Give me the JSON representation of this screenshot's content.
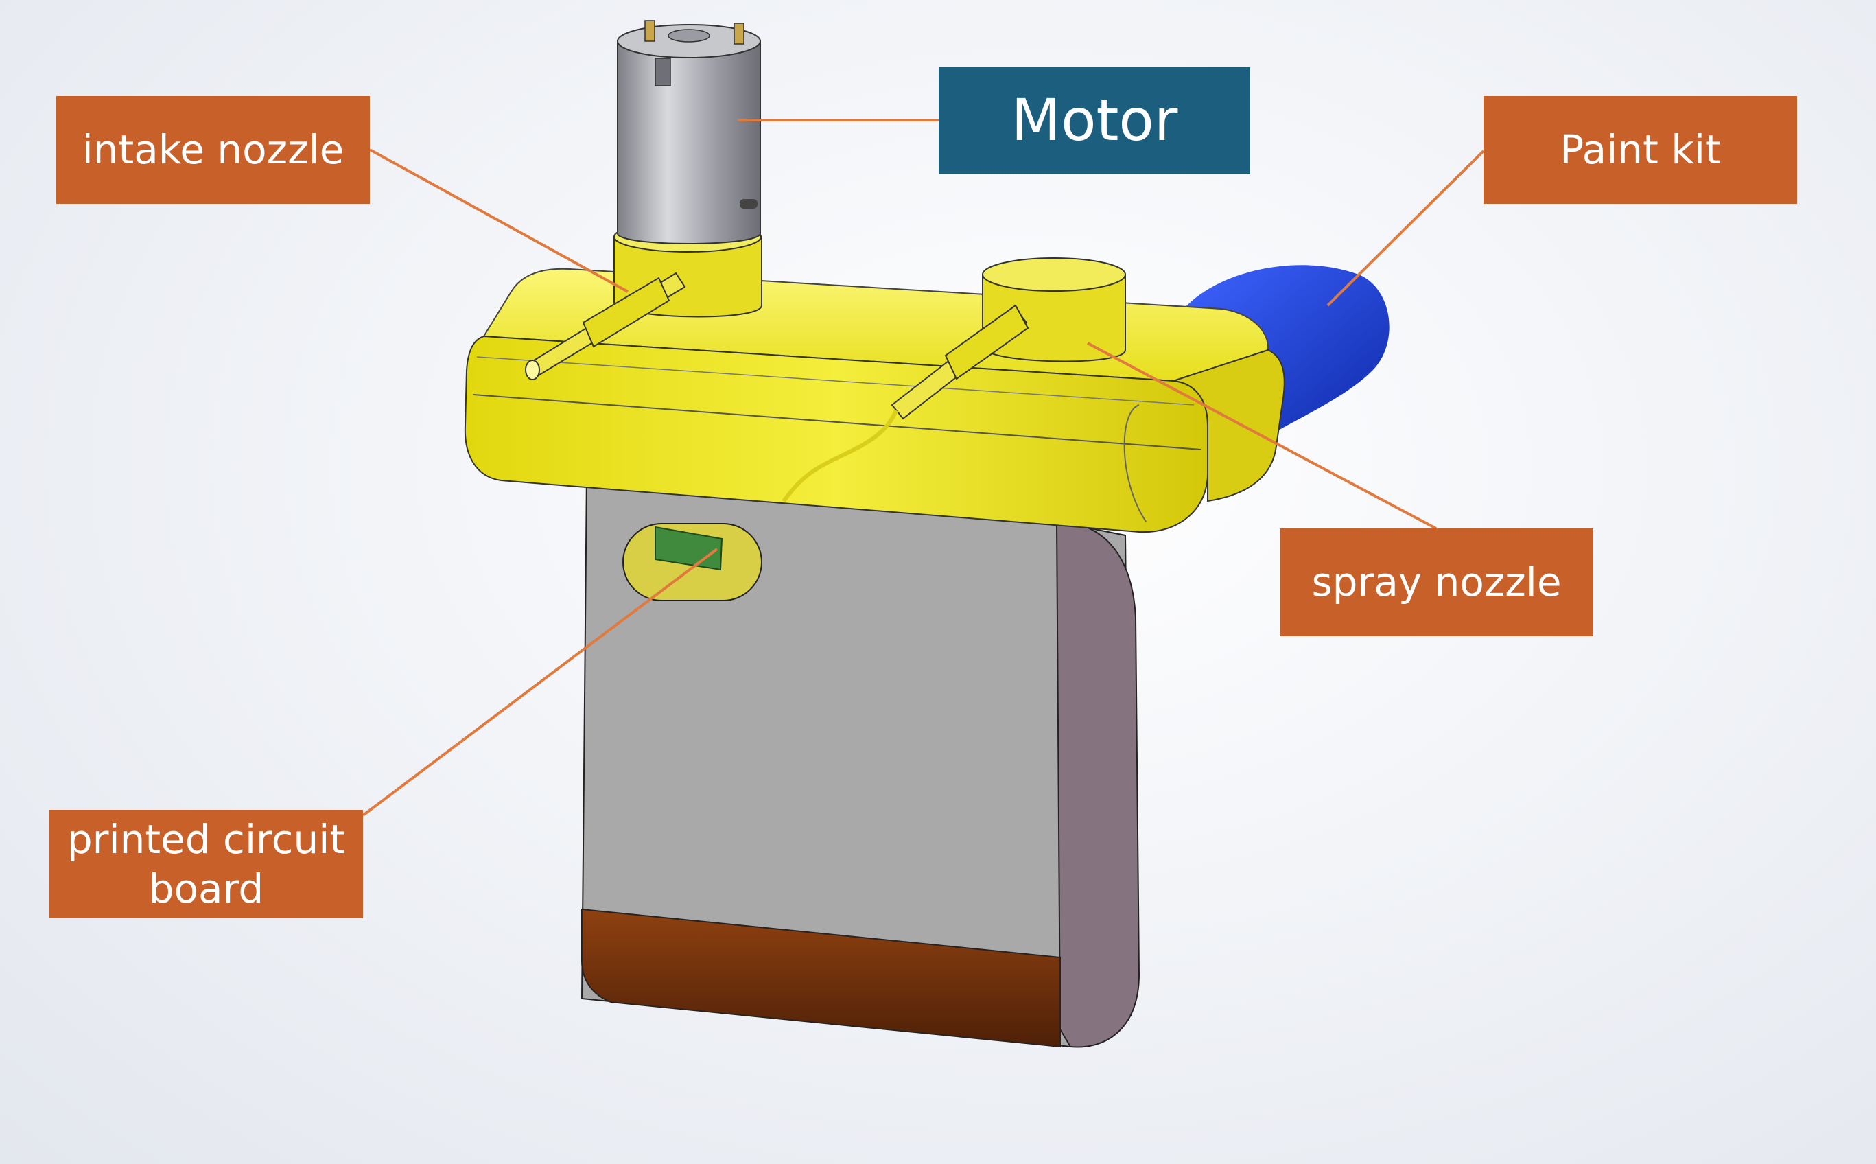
{
  "labels": {
    "motor": "Motor",
    "intake_nozzle": "intake nozzle",
    "paint_kit": "Paint kit",
    "spray_nozzle": "spray nozzle",
    "pcb": "printed circuit board"
  },
  "colors": {
    "label_orange": "#c8602a",
    "label_blue": "#1b5e7e",
    "leader_line": "#e07a3e",
    "housing_yellow": "#e8e018",
    "body_gray": "#a9a9a9",
    "side_mauve": "#85747f",
    "bottom_brown": "#7a3a12",
    "paint_kit_blue": "#1b3fd0",
    "pcb_green": "#3f8a3c"
  }
}
